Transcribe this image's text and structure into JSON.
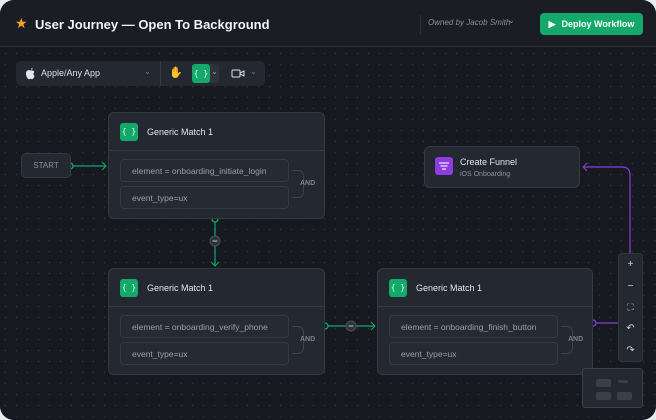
{
  "header": {
    "title": "User Journey — Open To Background",
    "star_icon": "star-icon",
    "owner": "Owned by Jacob Smith",
    "deploy_label": "Deploy Workflow"
  },
  "toolbar": {
    "platform": "Apple/Any App"
  },
  "start": {
    "label": "START"
  },
  "nodes": [
    {
      "title": "Generic Match 1",
      "conditions": [
        "element = onboarding_initiate_login",
        "event_type=ux"
      ],
      "operator": "AND"
    },
    {
      "title": "Generic Match 1",
      "conditions": [
        "element = onboarding_verify_phone",
        "event_type=ux"
      ],
      "operator": "AND"
    },
    {
      "title": "Generic Match 1",
      "conditions": [
        "element = onboarding_finish_button",
        "event_type=ux"
      ],
      "operator": "AND"
    }
  ],
  "funnel": {
    "title": "Create Funnel",
    "subtitle": "iOS Onboarding"
  },
  "colors": {
    "accent": "#14a86b",
    "funnel": "#8b3ddf",
    "background": "#16191f",
    "node": "#232831"
  }
}
